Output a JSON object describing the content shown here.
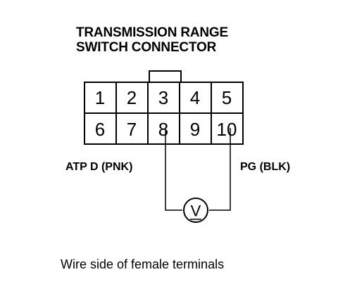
{
  "title": {
    "line1": "TRANSMISSION RANGE",
    "line2": "SWITCH CONNECTOR"
  },
  "connector": {
    "row1": [
      "1",
      "2",
      "3",
      "4",
      "5"
    ],
    "row2": [
      "6",
      "7",
      "8",
      "9",
      "10"
    ]
  },
  "labels": {
    "left": "ATP D (PNK)",
    "right": "PG (BLK)"
  },
  "meter": {
    "symbol": "V"
  },
  "caption": "Wire side of female terminals"
}
